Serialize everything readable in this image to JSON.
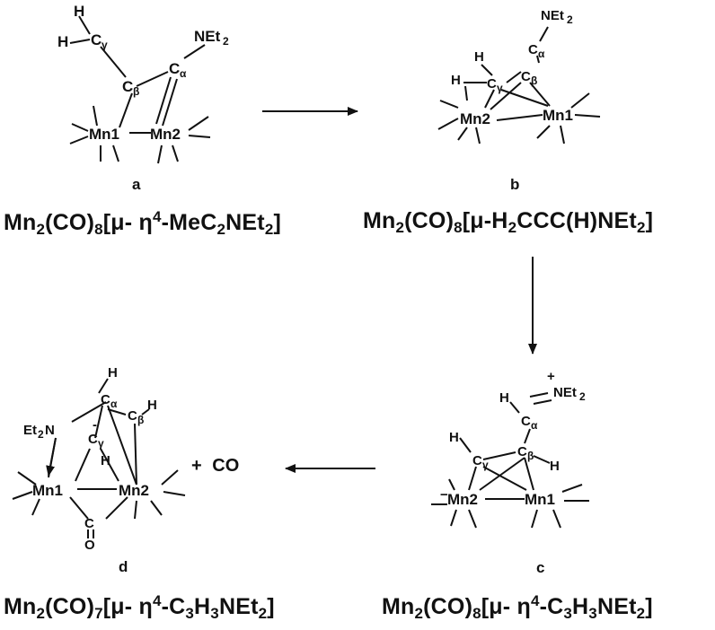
{
  "labels": {
    "a": "a",
    "b": "b",
    "c": "c",
    "d": "d"
  },
  "atoms": {
    "H": "H",
    "C": "C",
    "N": "N",
    "O": "O",
    "Et": "Et",
    "NEt": "NEt",
    "sub2": "2",
    "Mn": "Mn",
    "one": "1",
    "two": "2",
    "alpha": "α",
    "beta": "β",
    "gamma": "γ",
    "plus": "+",
    "minus": "−"
  },
  "plus_co": {
    "plus": "+",
    "co": "CO"
  },
  "formulas": {
    "a": {
      "p1": "Mn",
      "s1": "2",
      "p2": "(CO)",
      "s2": "8",
      "p3": "[μ- η",
      "sup": "4",
      "p4": "-MeC",
      "s3": "2",
      "p5": "NEt",
      "s4": "2",
      "p6": "]"
    },
    "b": {
      "p1": "Mn",
      "s1": "2",
      "p2": "(CO)",
      "s2": "8",
      "p3": "[μ-H",
      "s3": "2",
      "p4": "CCC(H)NEt",
      "s4": "2",
      "p5": "]"
    },
    "c": {
      "p1": "Mn",
      "s1": "2",
      "p2": "(CO)",
      "s2": "8",
      "p3": "[μ- η",
      "sup": "4",
      "p4": "-C",
      "s3": "3",
      "p5": "H",
      "s4": "3",
      "p6": "NEt",
      "s5": "2",
      "p7": "]"
    },
    "d": {
      "p1": "Mn",
      "s1": "2",
      "p2": "(CO)",
      "s2": "7",
      "p3": "[μ- η",
      "sup": "4",
      "p4": "-C",
      "s3": "3",
      "p5": "H",
      "s4": "3",
      "p6": "NEt",
      "s5": "2",
      "p7": "]"
    }
  }
}
